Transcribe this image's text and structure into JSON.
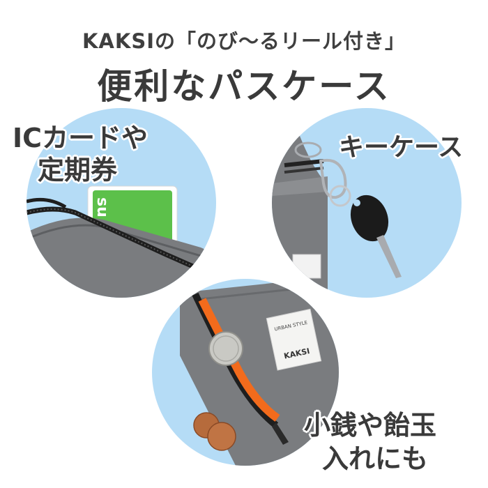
{
  "header": {
    "subtitle": "KAKSIの「のび〜るリール付き」",
    "title": "便利なパスケース"
  },
  "features": {
    "ic_card": {
      "line1": "ICカードや",
      "line2": "定期券",
      "card_text": "su"
    },
    "key_case": {
      "label": "キーケース"
    },
    "coins": {
      "line1": "小銭や飴玉",
      "line2": "入れにも"
    }
  },
  "tag": {
    "brand": "KAKSI",
    "tagline": "URBAN STYLE"
  },
  "colors": {
    "circle_bg": "#b5dcf6",
    "pouch": "#7a7c7f",
    "card_green": "#5cc04a",
    "zipper_orange": "#f36b1c"
  }
}
